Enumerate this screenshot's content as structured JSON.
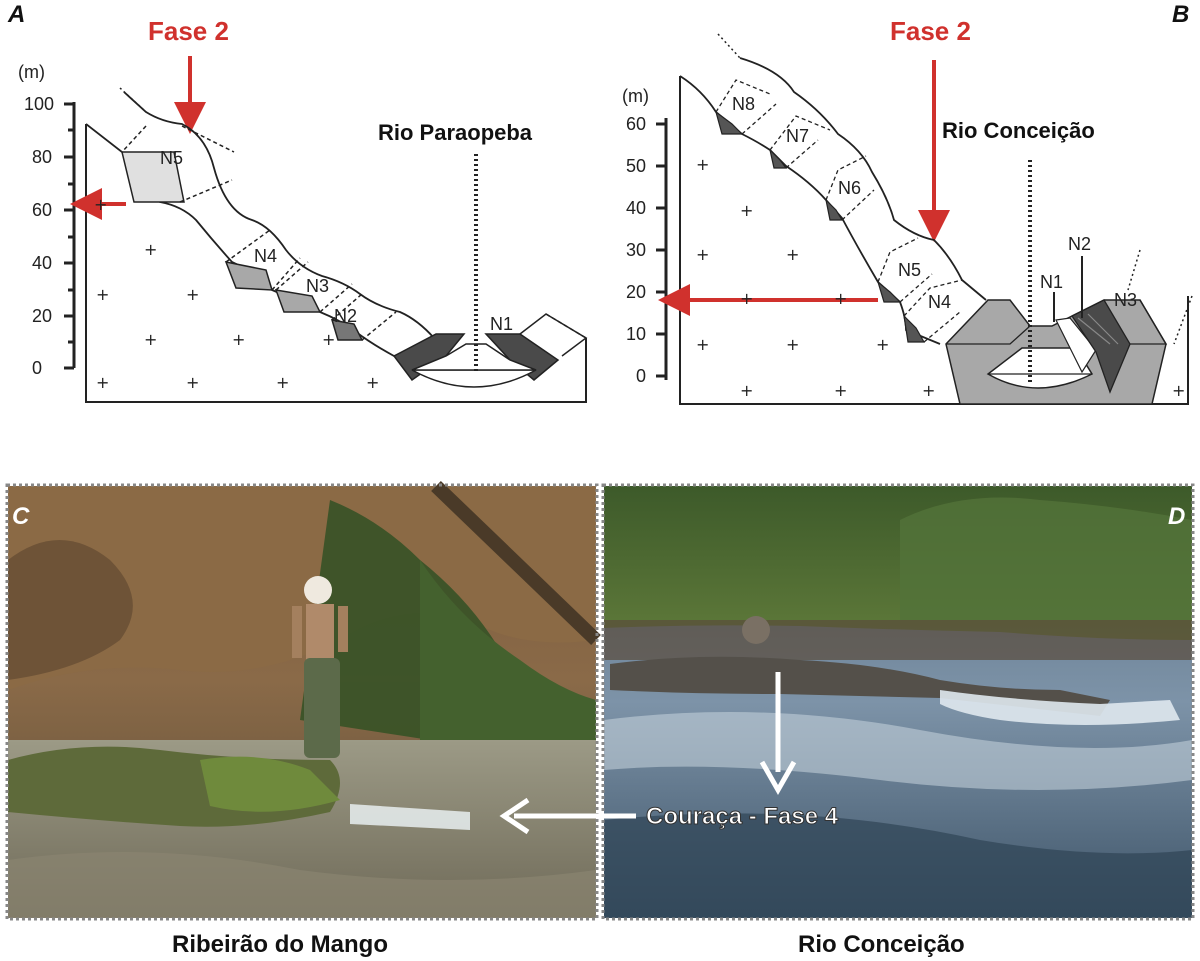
{
  "panels": {
    "a": {
      "letter": "A",
      "phase_label": "Fase 2",
      "unit": "(m)",
      "y_ticks": [
        "100",
        "80",
        "60",
        "40",
        "20",
        "0"
      ],
      "river": "Rio Paraopeba",
      "levels": [
        "N5",
        "N4",
        "N3",
        "N2",
        "N1"
      ]
    },
    "b": {
      "letter": "B",
      "phase_label": "Fase 2",
      "unit": "(m)",
      "y_ticks": [
        "60",
        "50",
        "40",
        "30",
        "20",
        "10",
        "0"
      ],
      "river": "Rio Conceição",
      "levels": [
        "N8",
        "N7",
        "N6",
        "N5",
        "N4",
        "N1",
        "N2",
        "N3"
      ]
    },
    "c": {
      "letter": "C",
      "caption": "Ribeirão do Mango"
    },
    "d": {
      "letter": "D",
      "caption": "Rio Conceição",
      "annotation": "Couraça - Fase 4"
    }
  },
  "colors": {
    "accent_red": "#d0312d",
    "terrace_light": "#e0e0e0",
    "terrace_mid": "#a8a8a8",
    "terrace_dark": "#4a4a4a"
  }
}
